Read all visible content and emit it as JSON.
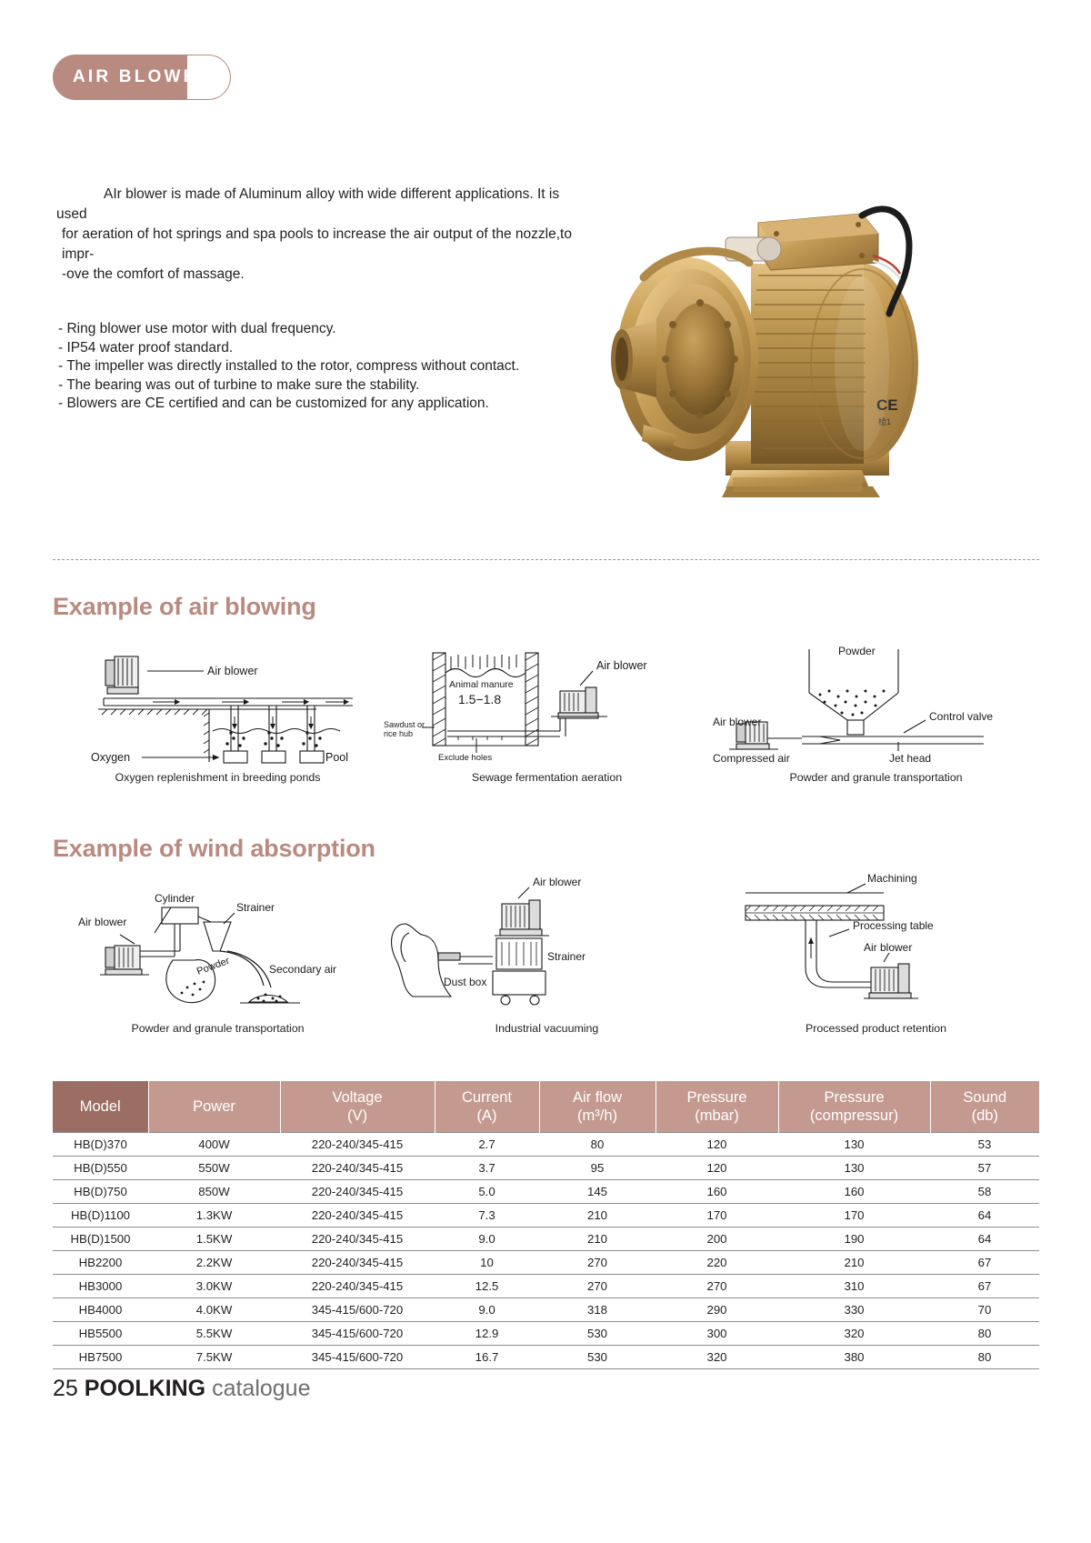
{
  "badge": {
    "label": "AIR BLOWER",
    "color": "#b98b80"
  },
  "intro": {
    "line1": "AIr blower is made of Aluminum alloy with wide different applications. It is used",
    "line2": "for aeration of hot springs and spa pools to increase the air output of the nozzle,to impr-",
    "line3": "-ove the comfort of massage."
  },
  "features": [
    "- Ring blower use motor with dual frequency.",
    "- IP54 water proof standard.",
    "- The impeller was directly installed to the rotor, compress without contact.",
    "- The bearing was out of turbine to make sure the stability.",
    "- Blowers are CE certified and can be customized for any application."
  ],
  "photo": {
    "alt": "gold side channel ring blower",
    "ce_mark": "CE"
  },
  "sections": [
    {
      "heading": "Example of air blowing",
      "diagrams": [
        {
          "caption": "Oxygen replenishment in breeding ponds",
          "labels": {
            "blower": "Air blower",
            "left": "Oxygen",
            "right": "Pool"
          }
        },
        {
          "caption": "Sewage fermentation aeration",
          "labels": {
            "blower": "Air blower",
            "manure": "Animal manure",
            "ratio": "1.5−1.8",
            "sawdust_1": "Sawdust or",
            "sawdust_2": "rice hub",
            "holes": "Exclude holes"
          }
        },
        {
          "caption": "Powder and granule transportation",
          "labels": {
            "powder": "Powder",
            "blower": "Air blower",
            "valve": "Control valve",
            "compressed": "Compressed air",
            "jet": "Jet head"
          }
        }
      ]
    },
    {
      "heading": "Example of wind absorption",
      "diagrams": [
        {
          "caption": "Powder and granule transportation",
          "labels": {
            "blower": "Air blower",
            "cylinder": "Cylinder",
            "strainer": "Strainer",
            "powder": "Powder",
            "secondary": "Secondary air"
          }
        },
        {
          "caption": "Industrial vacuuming",
          "labels": {
            "blower": "Air blower",
            "strainer": "Strainer",
            "dustbox": "Dust box"
          }
        },
        {
          "caption": "Processed product retention",
          "labels": {
            "machining": "Machining",
            "table": "Processing table",
            "blower": "Air blower"
          }
        }
      ]
    }
  ],
  "spec_table": {
    "headers": [
      {
        "line1": "Model",
        "line2": ""
      },
      {
        "line1": "Power",
        "line2": ""
      },
      {
        "line1": "Voltage",
        "line2": "(V)"
      },
      {
        "line1": "Current",
        "line2": "(A)"
      },
      {
        "line1": "Air flow",
        "line2": "(m³/h)"
      },
      {
        "line1": "Pressure",
        "line2": "(mbar)"
      },
      {
        "line1": "Pressure",
        "line2": "(compressur)"
      },
      {
        "line1": "Sound",
        "line2": "(db)"
      }
    ],
    "rows": [
      [
        "HB(D)370",
        "400W",
        "220-240/345-415",
        "2.7",
        "80",
        "120",
        "130",
        "53"
      ],
      [
        "HB(D)550",
        "550W",
        "220-240/345-415",
        "3.7",
        "95",
        "120",
        "130",
        "57"
      ],
      [
        "HB(D)750",
        "850W",
        "220-240/345-415",
        "5.0",
        "145",
        "160",
        "160",
        "58"
      ],
      [
        "HB(D)1100",
        "1.3KW",
        "220-240/345-415",
        "7.3",
        "210",
        "170",
        "170",
        "64"
      ],
      [
        "HB(D)1500",
        "1.5KW",
        "220-240/345-415",
        "9.0",
        "210",
        "200",
        "190",
        "64"
      ],
      [
        "HB2200",
        "2.2KW",
        "220-240/345-415",
        "10",
        "270",
        "220",
        "210",
        "67"
      ],
      [
        "HB3000",
        "3.0KW",
        "220-240/345-415",
        "12.5",
        "270",
        "270",
        "310",
        "67"
      ],
      [
        "HB4000",
        "4.0KW",
        "345-415/600-720",
        "9.0",
        "318",
        "290",
        "330",
        "70"
      ],
      [
        "HB5500",
        "5.5KW",
        "345-415/600-720",
        "12.9",
        "530",
        "300",
        "320",
        "80"
      ],
      [
        "HB7500",
        "7.5KW",
        "345-415/600-720",
        "16.7",
        "530",
        "320",
        "380",
        "80"
      ]
    ],
    "header_bg": "#c49a90",
    "header_first_bg": "#9c6e63"
  },
  "footer": {
    "page": "25",
    "brand": "POOLKING",
    "word": "catalogue"
  }
}
